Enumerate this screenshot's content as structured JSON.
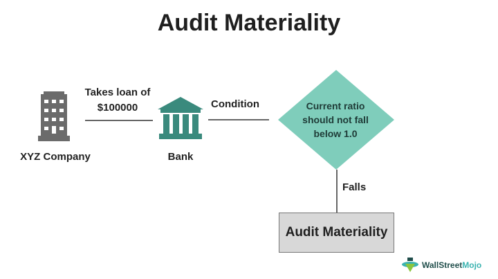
{
  "title": "Audit Materiality",
  "nodes": {
    "company": {
      "label": "XYZ Company",
      "icon": "office-building-icon",
      "color": "#6b6b6b"
    },
    "bank": {
      "label": "Bank",
      "icon": "bank-icon",
      "color": "#3a8a7d"
    },
    "condition": {
      "text_lines": [
        "Current ratio",
        "should not fall",
        "below 1.0"
      ],
      "color": "#7fcdbb"
    },
    "result": {
      "label": "Audit Materiality",
      "color": "#d8d8d8"
    }
  },
  "edges": {
    "company_to_bank": {
      "label_lines": [
        "Takes loan of",
        "$100000"
      ]
    },
    "bank_to_condition": {
      "label": "Condition"
    },
    "condition_to_result": {
      "label": "Falls"
    }
  },
  "logo": {
    "name_part1": "WallStreet",
    "name_part2": "Mojo"
  }
}
